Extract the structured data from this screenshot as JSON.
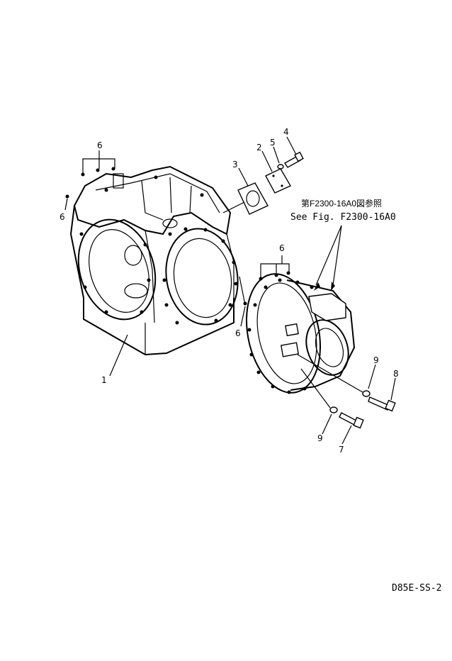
{
  "callouts": {
    "c1": "1",
    "c2": "2",
    "c3": "3",
    "c4": "4",
    "c5": "5",
    "c6_top": "6",
    "c6_left": "6",
    "c6_mid": "6",
    "c6_low": "6",
    "c7": "7",
    "c8": "8",
    "c9_right": "9",
    "c9_low": "9"
  },
  "reference": {
    "jp": "第F2300-16A0図参照",
    "en": "See Fig. F2300-16A0"
  },
  "drawing_id": "D85E-SS-2"
}
